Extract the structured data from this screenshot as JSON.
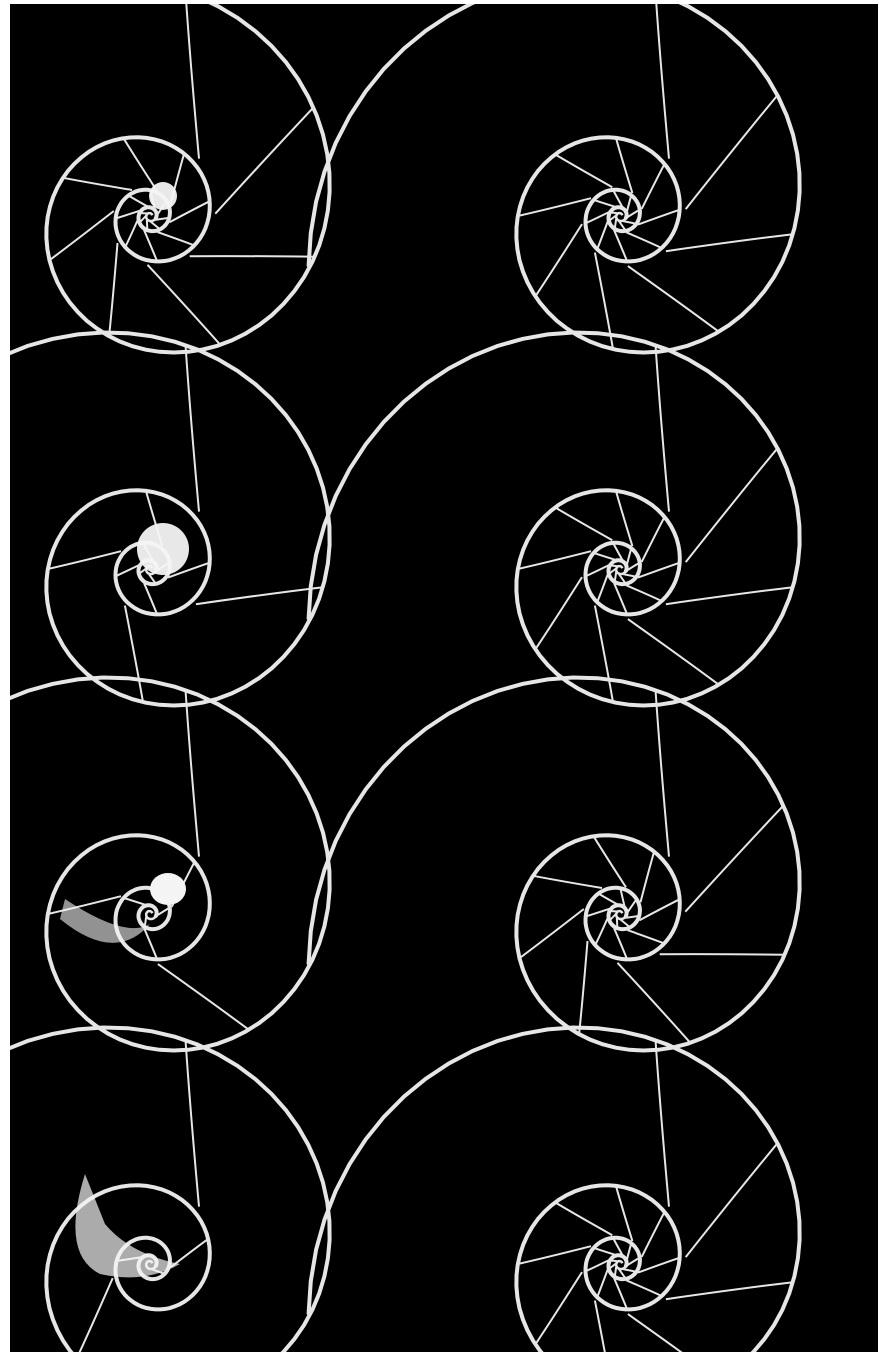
{
  "image": {
    "description_kind": "figure",
    "layout": {
      "rows": 4,
      "columns": 2
    },
    "background_color": "#000000",
    "line_color": "#e6e6e6",
    "fill_color": "#f4f4f4",
    "panels": [
      {
        "id": "r1c1",
        "row": 1,
        "column": 1,
        "chambers": 22,
        "core": "small-white-blob"
      },
      {
        "id": "r1c2",
        "row": 1,
        "column": 2,
        "chambers": 24,
        "core": "complete"
      },
      {
        "id": "r2c1",
        "row": 2,
        "column": 1,
        "chambers": 12,
        "core": "white-blob"
      },
      {
        "id": "r2c2",
        "row": 2,
        "column": 2,
        "chambers": 24,
        "core": "complete"
      },
      {
        "id": "r3c1",
        "row": 3,
        "column": 1,
        "chambers": 8,
        "core": "white-blob-smeared"
      },
      {
        "id": "r3c2",
        "row": 3,
        "column": 2,
        "chambers": 22,
        "core": "complete-with-bumps"
      },
      {
        "id": "r4c1",
        "row": 4,
        "column": 1,
        "chambers": 5,
        "core": "collapsed-smear"
      },
      {
        "id": "r4c2",
        "row": 4,
        "column": 2,
        "chambers": 24,
        "core": "complete"
      }
    ]
  }
}
